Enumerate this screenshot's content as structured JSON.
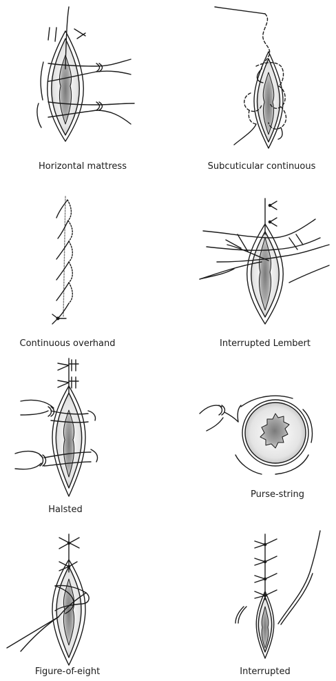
{
  "captions": {
    "horizontal_mattress": "Horizontal mattress",
    "subcuticular_continuous": "Subcuticular continuous",
    "continuous_overhand": "Continuous overhand",
    "interrupted_lembert": "Interrupted Lembert",
    "halsted": "Halsted",
    "purse_string": "Purse-string",
    "figure_of_eight": "Figure-of-eight",
    "interrupted": "Interrupted"
  },
  "colors": {
    "ink": "#1a1a1a",
    "wound_fill": "#8a8a8a",
    "wound_light": "#d8d8d8"
  }
}
